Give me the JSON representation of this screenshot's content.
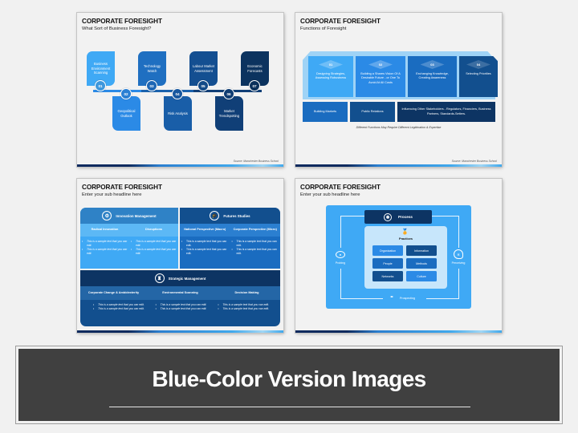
{
  "slides": [
    {
      "title": "CORPORATE FORESIGHT",
      "subtitle": "What Sort of Business Foresight?",
      "source": "Source: Manchester Business School",
      "steps": [
        {
          "num": "01",
          "label": "Business Environment Scanning",
          "color": "#3fa9f5"
        },
        {
          "num": "02",
          "label": "Geopolitical Outlook",
          "color": "#2b8ae6"
        },
        {
          "num": "03",
          "label": "Technology Watch",
          "color": "#1f6fc1"
        },
        {
          "num": "04",
          "label": "Risk Analysis",
          "color": "#195ea8"
        },
        {
          "num": "05",
          "label": "Labour Market Assessment",
          "color": "#144f91"
        },
        {
          "num": "06",
          "label": "Market Trendspotting",
          "color": "#103f77"
        },
        {
          "num": "07",
          "label": "Economic Forecasts",
          "color": "#0c335f"
        }
      ]
    },
    {
      "title": "CORPORATE FORESIGHT",
      "subtitle": "Functions of Foresight",
      "source": "Source: Manchester Business School",
      "functions": [
        {
          "num": "01",
          "label": "Designing Strategies, Assessing Robustness",
          "color": "#3fa9f5"
        },
        {
          "num": "02",
          "label": "Building a Shares Vision Of A Desirable Future - or One To Avoid At All Costs",
          "color": "#2b8ae6"
        },
        {
          "num": "03",
          "label": "Exchanging Knowledge, Creating Awareness",
          "color": "#1a6cc0"
        },
        {
          "num": "04",
          "label": "Selecting Priorities",
          "color": "#124f8e"
        }
      ],
      "lower": [
        {
          "label": "Building Markets",
          "color": "#1a6cc0"
        },
        {
          "label": "Public Relations",
          "color": "#124f8e"
        },
        {
          "label": "Influencing Other Stakeholders - Regulators, Financiers, Business Partners, Standards-Setters.",
          "color": "#0d3463"
        }
      ],
      "note": "Different Functions May Require Different Legitimation & Expertise"
    },
    {
      "title": "CORPORATE FORESIGHT",
      "subtitle": "Enter your sub headline here",
      "innovation": {
        "title": "Innovation Management",
        "icon": "gears-head-icon",
        "columns": [
          {
            "header": "Radical Innovation",
            "bullets": [
              "This is a sample text that you can edit.",
              "This is a sample text that you can edit."
            ]
          },
          {
            "header": "Disruptions",
            "bullets": [
              "This is a sample text that you can edit.",
              "This is a sample text that you can edit."
            ]
          }
        ]
      },
      "futures": {
        "title": "Futures Studies",
        "icon": "graduation-cap-icon",
        "columns": [
          {
            "header": "National Perspective (Macro)",
            "bullets": [
              "This is a sample text that you can edit.",
              "This is a sample text that you can edit."
            ]
          },
          {
            "header": "Corporate Perspective (Micro)",
            "bullets": [
              "This is a sample text that you can edit.",
              "This is a sample text that you can edit."
            ]
          }
        ]
      },
      "strategic": {
        "title": "Strategic Management",
        "icon": "chess-rook-icon",
        "columns": [
          {
            "header": "Corporate Change & Ambidexterity",
            "bullets": [
              "This is a sample text that you can edit.",
              "This is a sample text that you can edit."
            ]
          },
          {
            "header": "Environmental Scanning",
            "bullets": [
              "This is a sample text that you can edit.",
              "This is a sample text that you can edit."
            ]
          },
          {
            "header": "Decision Making",
            "bullets": [
              "This is a sample text that you can edit.",
              "This is a sample text that you can edit."
            ]
          }
        ]
      }
    },
    {
      "title": "CORPORATE FORESIGHT",
      "subtitle": "Enter your sub headline here",
      "process_label": "Process",
      "practices_label": "Practices",
      "practices": [
        {
          "label": "Organization",
          "color": "#2b8ae6"
        },
        {
          "label": "Information",
          "color": "#124f8e"
        },
        {
          "label": "People",
          "color": "#1a6cc0"
        },
        {
          "label": "Methods",
          "color": "#1a6cc0"
        },
        {
          "label": "Networks",
          "color": "#124f8e"
        },
        {
          "label": "Culture",
          "color": "#2b8ae6"
        }
      ],
      "sides": {
        "left": "Probing",
        "right": "Perceiving",
        "bottom": "Prospecting"
      }
    }
  ],
  "banner": {
    "title": "Blue-Color Version Images"
  },
  "colors": {
    "light_blue": "#3fa9f5",
    "mid_blue": "#1a6cc0",
    "dark_blue": "#0d3463",
    "banner_bg": "#404040"
  }
}
